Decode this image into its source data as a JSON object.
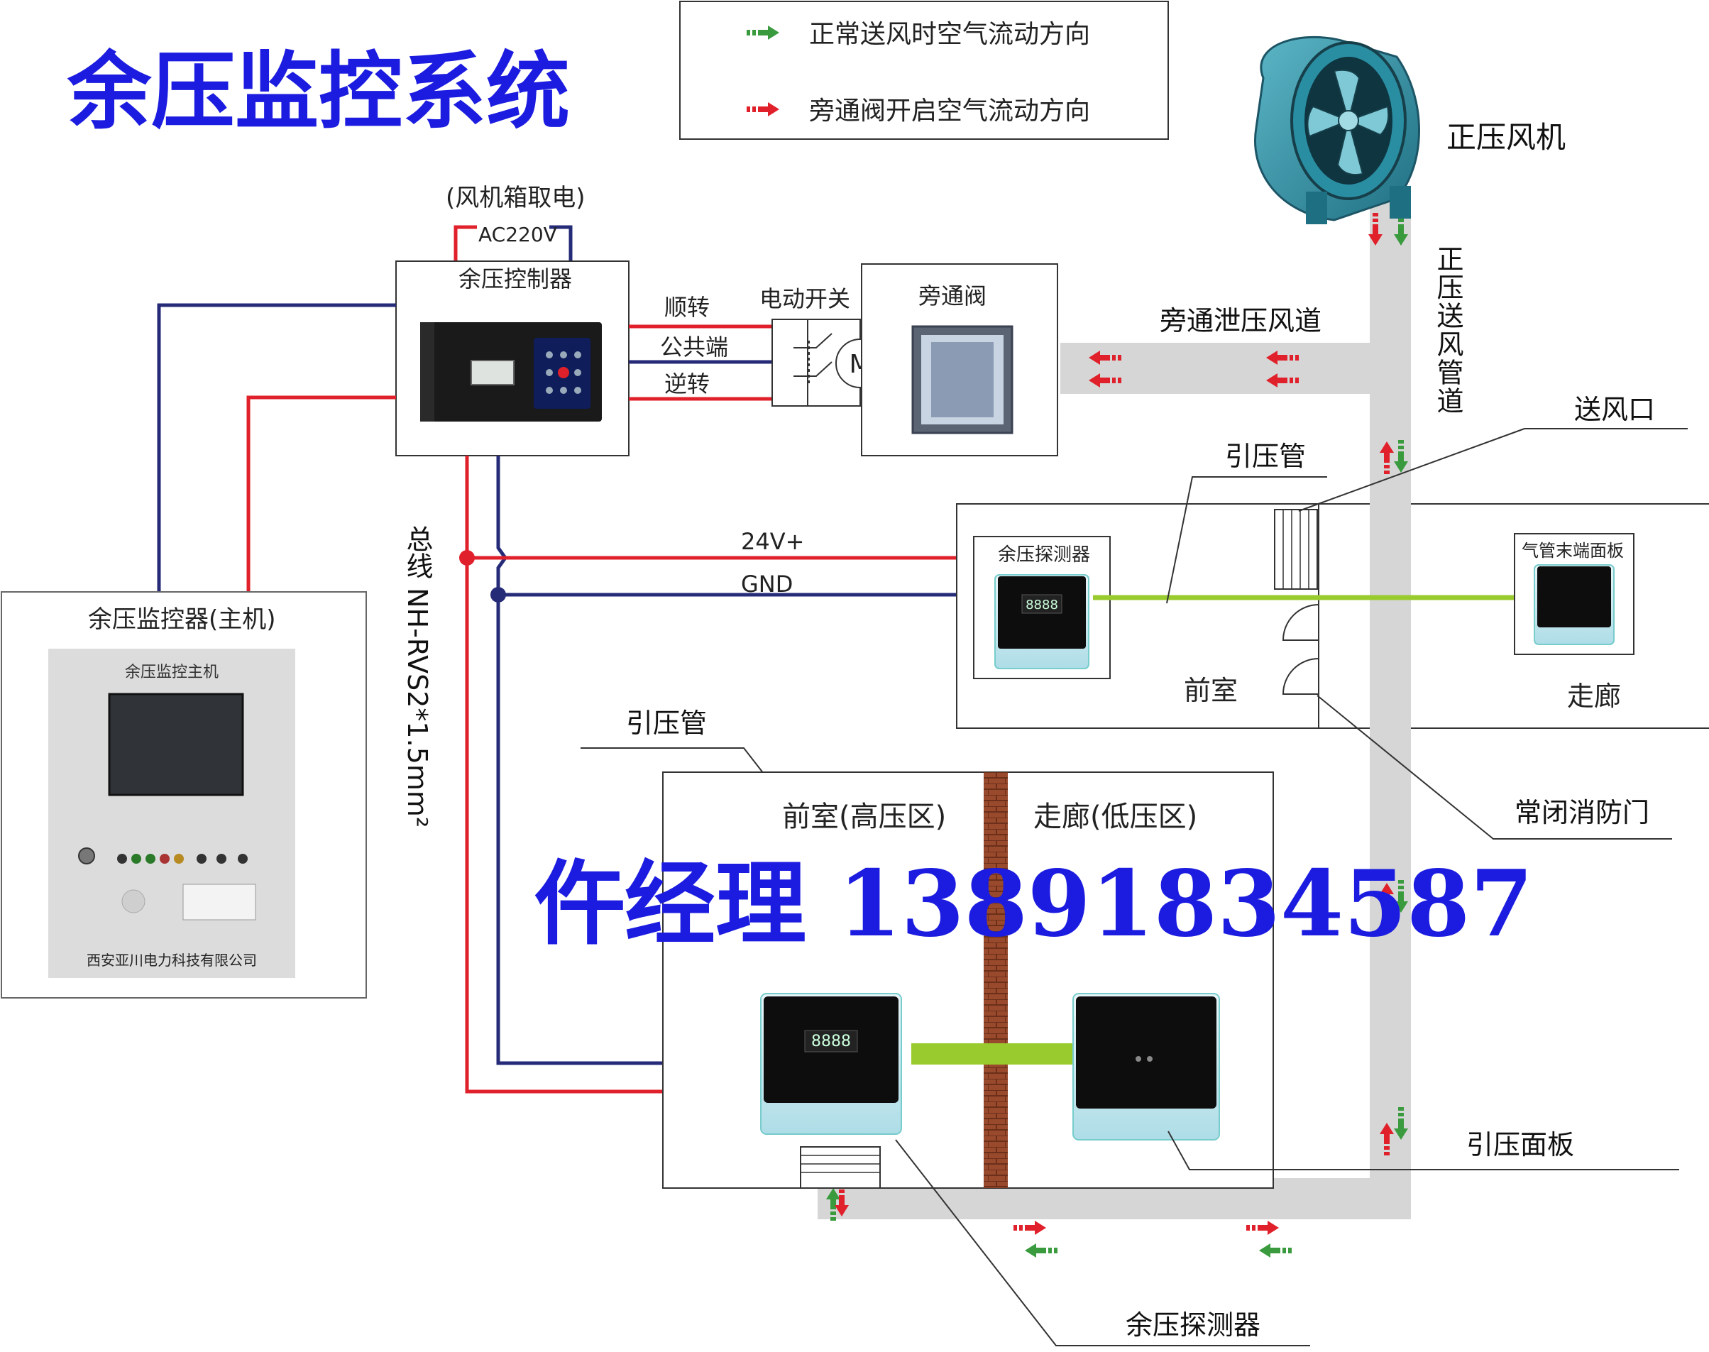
{
  "title": "余压监控系统",
  "legend": {
    "normal": "正常送风时空气流动方向",
    "bypass": "旁通阀开启空气流动方向"
  },
  "fan": {
    "label": "正压风机"
  },
  "supply_duct": {
    "label": "正压送风管道"
  },
  "power": {
    "note": "(风机箱取电)",
    "voltage": "AC220V"
  },
  "controller": {
    "label": "余压控制器"
  },
  "wires": {
    "forward": "顺转",
    "common": "公共端",
    "reverse": "逆转",
    "v24": "24V+",
    "gnd": "GND"
  },
  "motor_switch": {
    "label": "电动开关",
    "motor": "M"
  },
  "bypass_valve": {
    "label": "旁通阀"
  },
  "bypass_duct": {
    "label": "旁通泄压风道"
  },
  "bus": {
    "label": "总线 NH-RVS2*1.5mm²"
  },
  "vent": {
    "label": "送风口"
  },
  "pipe_top": {
    "label": "引压管"
  },
  "pipe_mid": {
    "label": "引压管"
  },
  "room_top": {
    "detector": "余压探测器",
    "display": "8888",
    "front": "前室",
    "corridor": "走廊",
    "end_panel": "气管末端面板"
  },
  "fire_door": {
    "label": "常闭消防门"
  },
  "room_bottom": {
    "front": "前室(高压区)",
    "corridor": "走廊(低压区)",
    "display": "8888"
  },
  "panel_label": {
    "label": "引压面板"
  },
  "detector_label": {
    "label": "余压探测器"
  },
  "host": {
    "outer_label": "余压监控器(主机)",
    "panel_title": "余压监控主机",
    "company": "西安亚川电力科技有限公司"
  },
  "watermark": "仵经理 13891834587",
  "colors": {
    "red": "#e0202a",
    "navy": "#262b78",
    "duct": "#d6d6d6",
    "green": "#3a9b3e",
    "lime": "#9acb2e",
    "brick": "#9a4a2c",
    "title_blue": "#1c1ce0"
  }
}
